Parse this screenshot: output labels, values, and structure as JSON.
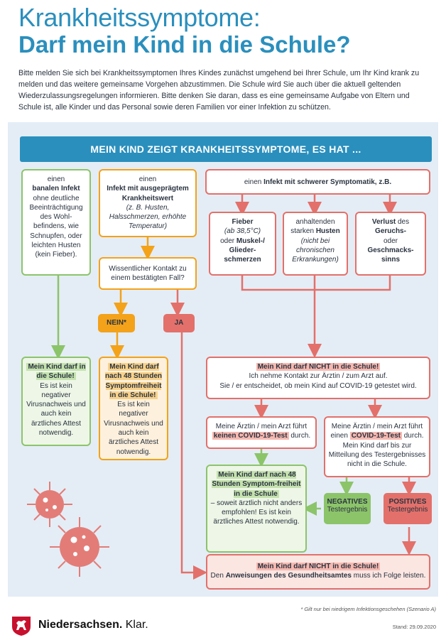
{
  "header": {
    "title_line1": "Krankheitssymptome:",
    "title_line2": "Darf mein Kind in die Schule?",
    "intro": "Bitte melden Sie sich bei Krankheitssymptomen Ihres Kindes zunächst umgehend bei Ihrer Schule, um Ihr Kind krank zu melden und das weitere gemeinsame Vorgehen abzustimmen. Die Schule wird Sie auch über die aktuell geltenden Wiederzulassungsregelungen informieren. Bitte denken Sie daran, dass es eine gemeinsame Aufgabe von Eltern und Schule ist, alle Kinder und das Personal sowie deren Familien vor einer Infektion zu schützen."
  },
  "banner": "MEIN KIND ZEIGT KRANKHEITSSYMPTOME, ES HAT ...",
  "boxes": {
    "banal": {
      "a": "einen",
      "b": "banalen Infekt",
      "c": "ohne deutliche Beeinträchtigung des Wohl-befindens, wie Schnupfen, oder leichten Husten (kein Fieber)."
    },
    "infekt": {
      "a": "einen",
      "b": "Infekt mit ausgeprägtem Krankheitswert",
      "c": "(z. B. Husten, Halsschmerzen, erhöhte Temperatur)"
    },
    "schwer": {
      "a": "einen",
      "b": "Infekt mit schwerer Symptomatik, z.B."
    },
    "fieber": {
      "a": "Fieber",
      "b": "(ab 38,5°C)",
      "c": "oder",
      "d": "Muskel-/ Glieder-schmerzen"
    },
    "husten": {
      "a": "anhaltenden starken",
      "b": "Husten",
      "c": "(nicht bei chronischen Erkrankungen)"
    },
    "verlust": {
      "a": "Verlust",
      "b": "des",
      "c": "Geruchs-",
      "d": "oder",
      "e": "Geschmacks-sinns"
    },
    "kontakt": "Wissentlicher Kontakt zu einem bestätigten Fall?",
    "darf_green": {
      "a": "Mein Kind darf in die Schule!",
      "b": "Es ist kein negativer Virusnachweis und auch kein ärztliches Attest notwendig."
    },
    "darf_orange": {
      "a": "Mein Kind darf nach 48 Stunden Symptomfreiheit in die Schule!",
      "b": "Es ist kein negativer Virusnachweis und auch kein ärztliches Attest notwendig."
    },
    "nicht1": {
      "a": "Mein Kind darf NICHT in die Schule!",
      "b": "Ich nehme Kontakt zur Ärztin / zum Arzt auf.",
      "c": "Sie / er entscheidet, ob mein Kind auf COVID-19 getestet wird."
    },
    "keintest": {
      "a": "Meine Ärztin / mein Arzt führt",
      "b": "keinen COVID-19-Test",
      "c": "durch."
    },
    "test": {
      "a": "Meine Ärztin / mein Arzt führt einen",
      "b": "COVID-19-Test",
      "c": "durch.",
      "d": "Mein Kind darf bis zur Mitteilung des Testergebnisses nicht in die Schule."
    },
    "darf48": {
      "a": "Mein Kind darf nach 48 Stunden Symptom-freiheit in die Schule",
      "b": "– soweit ärztlich nicht anders empfohlen! Es ist kein ärztliches Attest notwendig."
    },
    "nicht2": {
      "a": "Mein Kind darf NICHT in die Schule!",
      "b": "Den",
      "c": "Anweisungen des Gesundheitsamtes",
      "d": "muss ich Folge leisten."
    }
  },
  "pills": {
    "nein": "NEIN*",
    "ja": "JA",
    "negatives": "NEGATIVES",
    "negatives_sub": "Testergebnis",
    "positives": "POSITIVES",
    "positives_sub": "Testergebnis"
  },
  "footer": {
    "note": "* Gilt nur bei niedrigem Infektionsgeschehen (Szenario A)",
    "brand": "Niedersachsen.",
    "brand_suffix": "Klar.",
    "stand": "Stand: 29.09.2020"
  },
  "colors": {
    "blue": "#2a8fbd",
    "green": "#8cc46a",
    "orange": "#f3a21a",
    "red": "#e3706a",
    "panel": "#e4edf6"
  }
}
